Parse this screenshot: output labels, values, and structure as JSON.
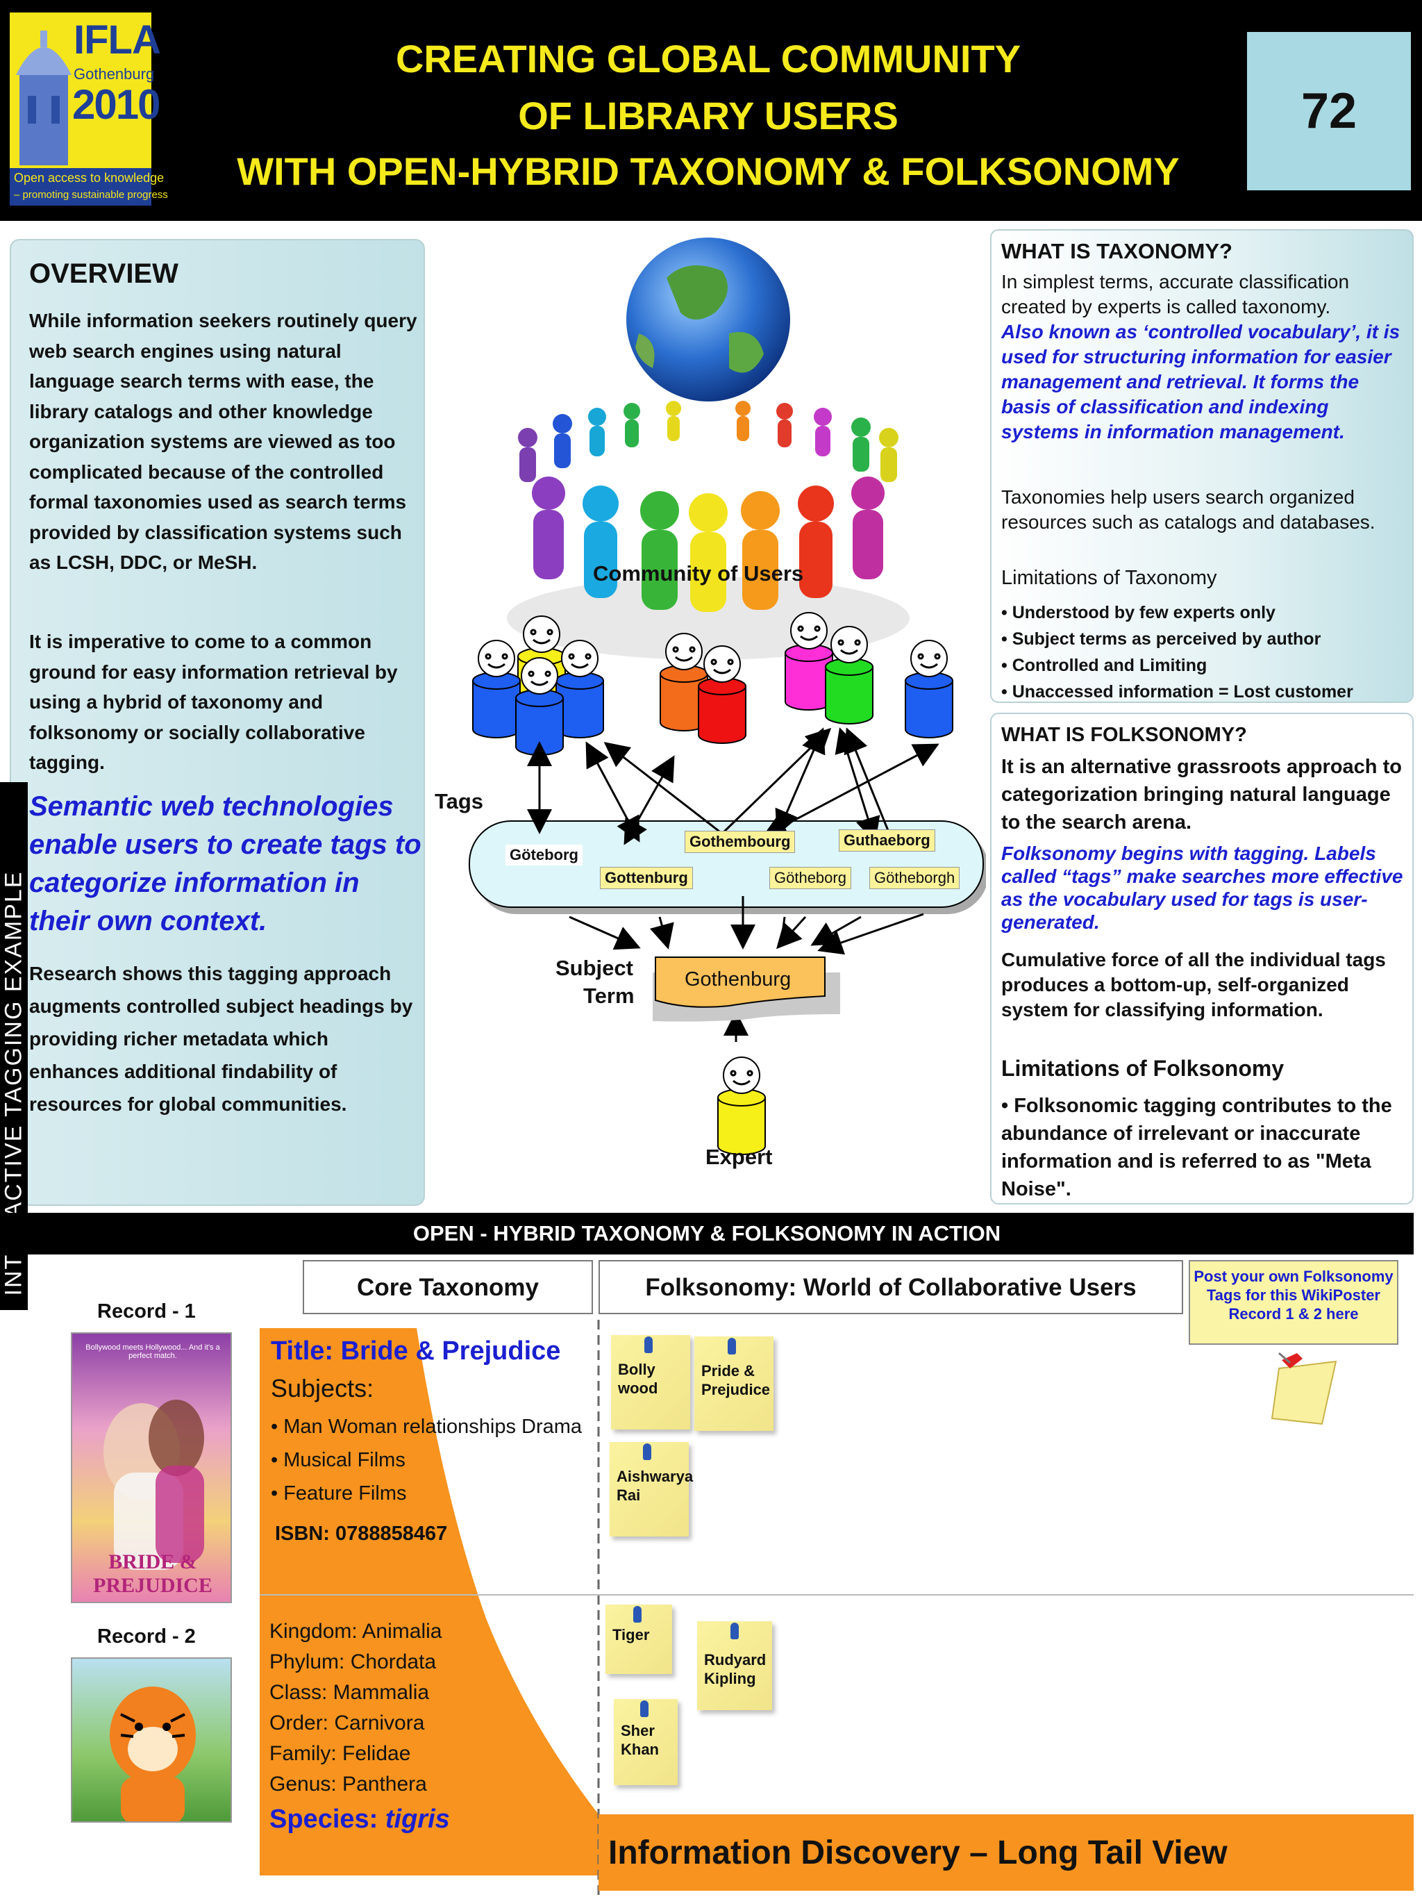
{
  "header": {
    "logo": {
      "title": "IFLA",
      "city": "Gothenburg",
      "year": "2010",
      "tagline1": "Open access to knowledge",
      "tagline2": "– promoting sustainable progress"
    },
    "title_lines": [
      "CREATING GLOBAL COMMUNITY",
      "OF LIBRARY USERS",
      "WITH OPEN-HYBRID TAXONOMY & FOLKSONOMY"
    ],
    "poster_number": "72"
  },
  "overview": {
    "heading": "OVERVIEW",
    "paragraph1": "While information seekers routinely query web search engines using natural language search terms with ease, the library catalogs and other knowledge organization systems are viewed as too complicated because of the controlled formal taxonomies used as search terms provided by classification systems such as LCSH, DDC, or MeSH.",
    "paragraph2": "It is imperative to come to a common ground for easy information retrieval by using a hybrid of taxonomy and folksonomy or socially collaborative tagging.",
    "semantic": "Semantic web technologies enable users to create tags to categorize information in their own context.",
    "paragraph3": "Research shows this tagging approach augments controlled subject headings by providing richer metadata which enhances additional findability of resources for global communities."
  },
  "side_label": "INTERACTIVE TAGGING EXAMPLE",
  "center": {
    "community_caption": "Community of Users",
    "tags_label": "Tags",
    "tags": [
      "Göteborg",
      "Gothembourg",
      "Guthaeborg",
      "Gottenburg",
      "Götheborg",
      "Götheborgh"
    ],
    "subject_label_line1": "Subject",
    "subject_label_line2": "Term",
    "subject_term": "Gothenburg",
    "expert_label": "Expert",
    "colors": {
      "blue": "#1e5ef0",
      "yellow": "#f6ef18",
      "orange": "#f36c1b",
      "red": "#ee1212",
      "magenta": "#ff2fd8",
      "green": "#22dc22"
    }
  },
  "taxonomy": {
    "heading": "WHAT IS TAXONOMY?",
    "intro": "In simplest terms, accurate classification created by experts is called taxonomy.",
    "blue_text": "Also known as ‘controlled vocabulary’, it is used for structuring information for easier management and retrieval. It forms the basis of classification and indexing systems in information management.",
    "para": "Taxonomies help users search organized resources such as catalogs and databases.",
    "limits_heading": "Limitations of Taxonomy",
    "limits": [
      "Understood by few experts only",
      "Subject terms as perceived by author",
      "Controlled and Limiting",
      "Unaccessed information = Lost customer"
    ]
  },
  "folksonomy": {
    "heading": "WHAT IS FOLKSONOMY?",
    "intro": "It is an alternative grassroots approach to categorization bringing natural language to the search arena.",
    "blue_text": "Folksonomy begins with tagging. Labels called “tags” make searches more effective as the vocabulary used for tags is user-generated.",
    "cumulative": "Cumulative force of all the individual tags produces a bottom-up, self-organized system for classifying information.",
    "limits_heading": "Limitations of Folksonomy",
    "limit": "Folksonomic tagging contributes to the abundance of irrelevant or inaccurate information and is referred to as \"Meta Noise\"."
  },
  "action": {
    "bar_title": "OPEN - HYBRID TAXONOMY & FOLKSONOMY IN ACTION",
    "core_label": "Core Taxonomy",
    "folk_label": "Folksonomy: World of Collaborative Users",
    "post_note": "Post your own Folksonomy Tags for this WikiPoster Record 1 & 2 here",
    "record1": {
      "label": "Record - 1",
      "title": "Title: Bride & Prejudice",
      "subjects_label": "Subjects:",
      "subjects": [
        "Man Woman relationships Drama",
        "Musical Films",
        "Feature Films"
      ],
      "isbn": "ISBN: 0788858467",
      "poster_top": "Bollywood meets Hollywood... And it's a perfect match.",
      "poster_logo": "BRIDE & PREJUDICE",
      "tags": [
        "Bolly wood",
        "Pride & Prejudice",
        "Aishwarya Rai"
      ]
    },
    "record2": {
      "label": "Record - 2",
      "taxonomy": [
        "Kingdom: Animalia",
        "Phylum: Chordata",
        "Class: Mammalia",
        "Order: Carnivora",
        "Family: Felidae",
        "Genus: Panthera"
      ],
      "species_label": "Species:",
      "species_value": "tigris",
      "tags": [
        "Tiger",
        "Rudyard Kipling",
        "Sher Khan"
      ]
    },
    "long_tail": "Information Discovery – Long Tail View",
    "accent_orange": "#f7931e",
    "note_yellow": "#fbf3a0"
  }
}
